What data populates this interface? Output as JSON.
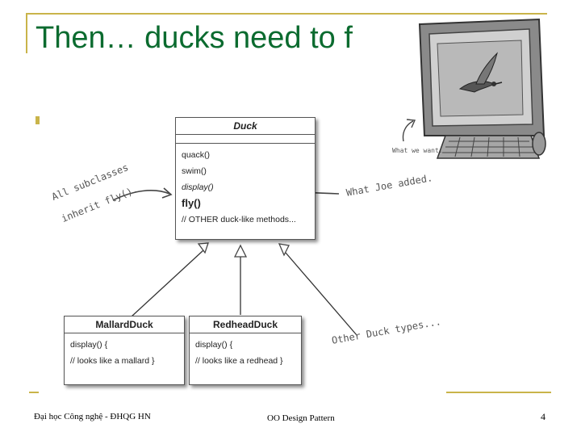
{
  "slide": {
    "title": "Then… ducks need to f"
  },
  "diagram": {
    "duck": {
      "name": "Duck",
      "methods": [
        "quack()",
        "swim()",
        "display()",
        "fly()",
        "// OTHER duck-like methods..."
      ]
    },
    "mallard": {
      "name": "MallardDuck",
      "methods": [
        "display() {",
        "// looks like a mallard }"
      ]
    },
    "redhead": {
      "name": "RedheadDuck",
      "methods": [
        "display() {",
        "// looks like a redhead }"
      ]
    },
    "notes": {
      "inherit_line1": "All subclasses",
      "inherit_line2": "inherit fly().",
      "joe": "What Joe added.",
      "want": "What we want.",
      "types": "Other Duck types..."
    }
  },
  "footer": {
    "left": "Đại học Công nghệ - ĐHQG HN",
    "center": "OO Design Pattern",
    "page": "4"
  },
  "colors": {
    "title": "#0b6b2f",
    "accent_lines": "#c9b44a"
  }
}
